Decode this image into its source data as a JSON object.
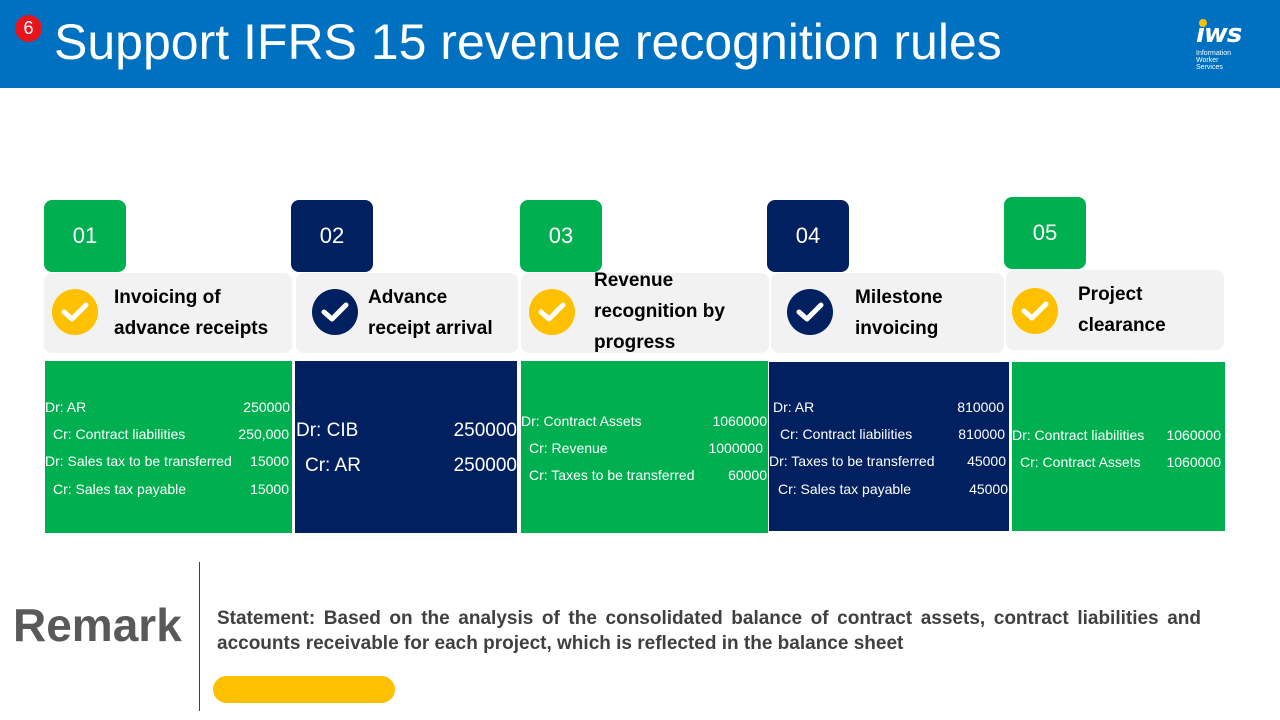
{
  "header": {
    "badge": "6",
    "title": "Support IFRS 15 revenue recognition rules",
    "logo": {
      "mark": "iws",
      "sub_lines": [
        "Information",
        "Worker",
        "Services"
      ]
    }
  },
  "steps": [
    {
      "number": "01",
      "label_lines": [
        "Invoicing of",
        "advance receipts"
      ],
      "entries": [
        {
          "account": "Dr: AR",
          "amount": "250000"
        },
        {
          "account": "Cr: Contract liabilities",
          "amount": "250,000"
        },
        {
          "account": "Dr: Sales tax to be transferred",
          "amount": "15000"
        },
        {
          "account": "Cr: Sales tax payable",
          "amount": "15000"
        }
      ]
    },
    {
      "number": "02",
      "label_lines": [
        "Advance",
        "receipt arrival"
      ],
      "entries": [
        {
          "account": "Dr:  CIB",
          "amount": "250000"
        },
        {
          "account": "Cr:  AR",
          "amount": "250000"
        }
      ]
    },
    {
      "number": "03",
      "label_lines": [
        "Revenue",
        "recognition by",
        "progress"
      ],
      "entries": [
        {
          "account": "Dr:  Contract Assets",
          "amount": "1060000"
        },
        {
          "account": "Cr:  Revenue",
          "amount": "1000000"
        },
        {
          "account": "Cr:  Taxes to be transferred",
          "amount": "60000"
        }
      ]
    },
    {
      "number": "04",
      "label_lines": [
        "Milestone",
        "invoicing"
      ],
      "entries": [
        {
          "account": "Dr:  AR",
          "amount": "810000"
        },
        {
          "account": "Cr:  Contract liabilities",
          "amount": "810000"
        },
        {
          "account": "Dr:  Taxes to be transferred",
          "amount": "45000"
        },
        {
          "account": "Cr:  Sales tax payable",
          "amount": "45000"
        }
      ]
    },
    {
      "number": "05",
      "label_lines": [
        "Project",
        "clearance"
      ],
      "entries": [
        {
          "account": "Dr:   Contract liabilities",
          "amount": "1060000"
        },
        {
          "account": "Cr:   Contract Assets",
          "amount": "1060000"
        }
      ]
    }
  ],
  "remark": {
    "heading": "Remark",
    "statement": "Statement: Based on the analysis of the consolidated balance of contract assets, contract liabilities  and accounts receivable for each project, which is reflected in the balance sheet"
  },
  "colors": {
    "header_blue": "#0070C0",
    "green": "#00B050",
    "navy": "#002060",
    "yellow": "#FFC000",
    "label_bg": "#F2F2F2",
    "badge_red": "#E8141C"
  }
}
